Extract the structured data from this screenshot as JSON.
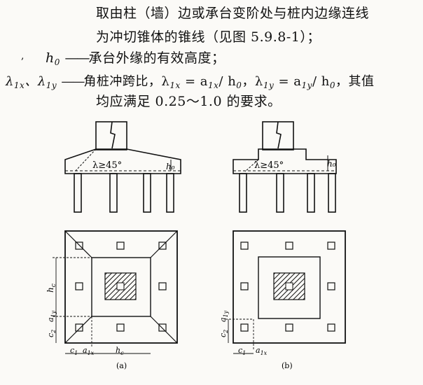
{
  "document": {
    "lines": {
      "line1": "取由柱（墙）边或承台变阶处与桩内边缘连线",
      "line2": "为冲切锥体的锥线（见图 5.9.8-1）；",
      "h0_symbol": "h",
      "h0_sub": "0",
      "h0_dash": "——",
      "h0_desc": "承台外缘的有效高度；",
      "lambda_symbols": "λ",
      "lambda1x_sub": "1x",
      "lambda_sep": "、λ",
      "lambda1y_sub": "1y",
      "lambda_dash": "——",
      "lambda_desc_a": "角桩冲跨比，λ",
      "lambda_desc_b": " = a",
      "lambda_desc_c": "/ h",
      "lambda_desc_d": "，λ",
      "lambda_desc_e": " = a",
      "lambda_desc_f": "/ h",
      "lambda_desc_g": "，其值",
      "line5": "均应满足 0.25～1.0 的要求。"
    }
  },
  "figure": {
    "left": {
      "angle_label": "λ≥45°",
      "height_label": "h₀",
      "dim_h": "h",
      "dim_h_sub": "c",
      "dim_a1y": "a",
      "dim_a1y_sub": "1y",
      "dim_c2": "c",
      "dim_c2_sub": "2",
      "dim_c1": "c",
      "dim_c1_sub": "1",
      "dim_a1x": "a",
      "dim_a1x_sub": "1x",
      "dim_bc": "h",
      "dim_bc_sub": "c",
      "caption": "(a)"
    },
    "right": {
      "angle_label": "λ≥45°",
      "height_label": "h₀",
      "dim_a1y": "a",
      "dim_a1y_sub": "1y",
      "dim_c2": "c",
      "dim_c2_sub": "2",
      "dim_c1": "c",
      "dim_c1_sub": "1",
      "dim_a1x": "a",
      "dim_a1x_sub": "1x",
      "caption": "(b)"
    }
  }
}
